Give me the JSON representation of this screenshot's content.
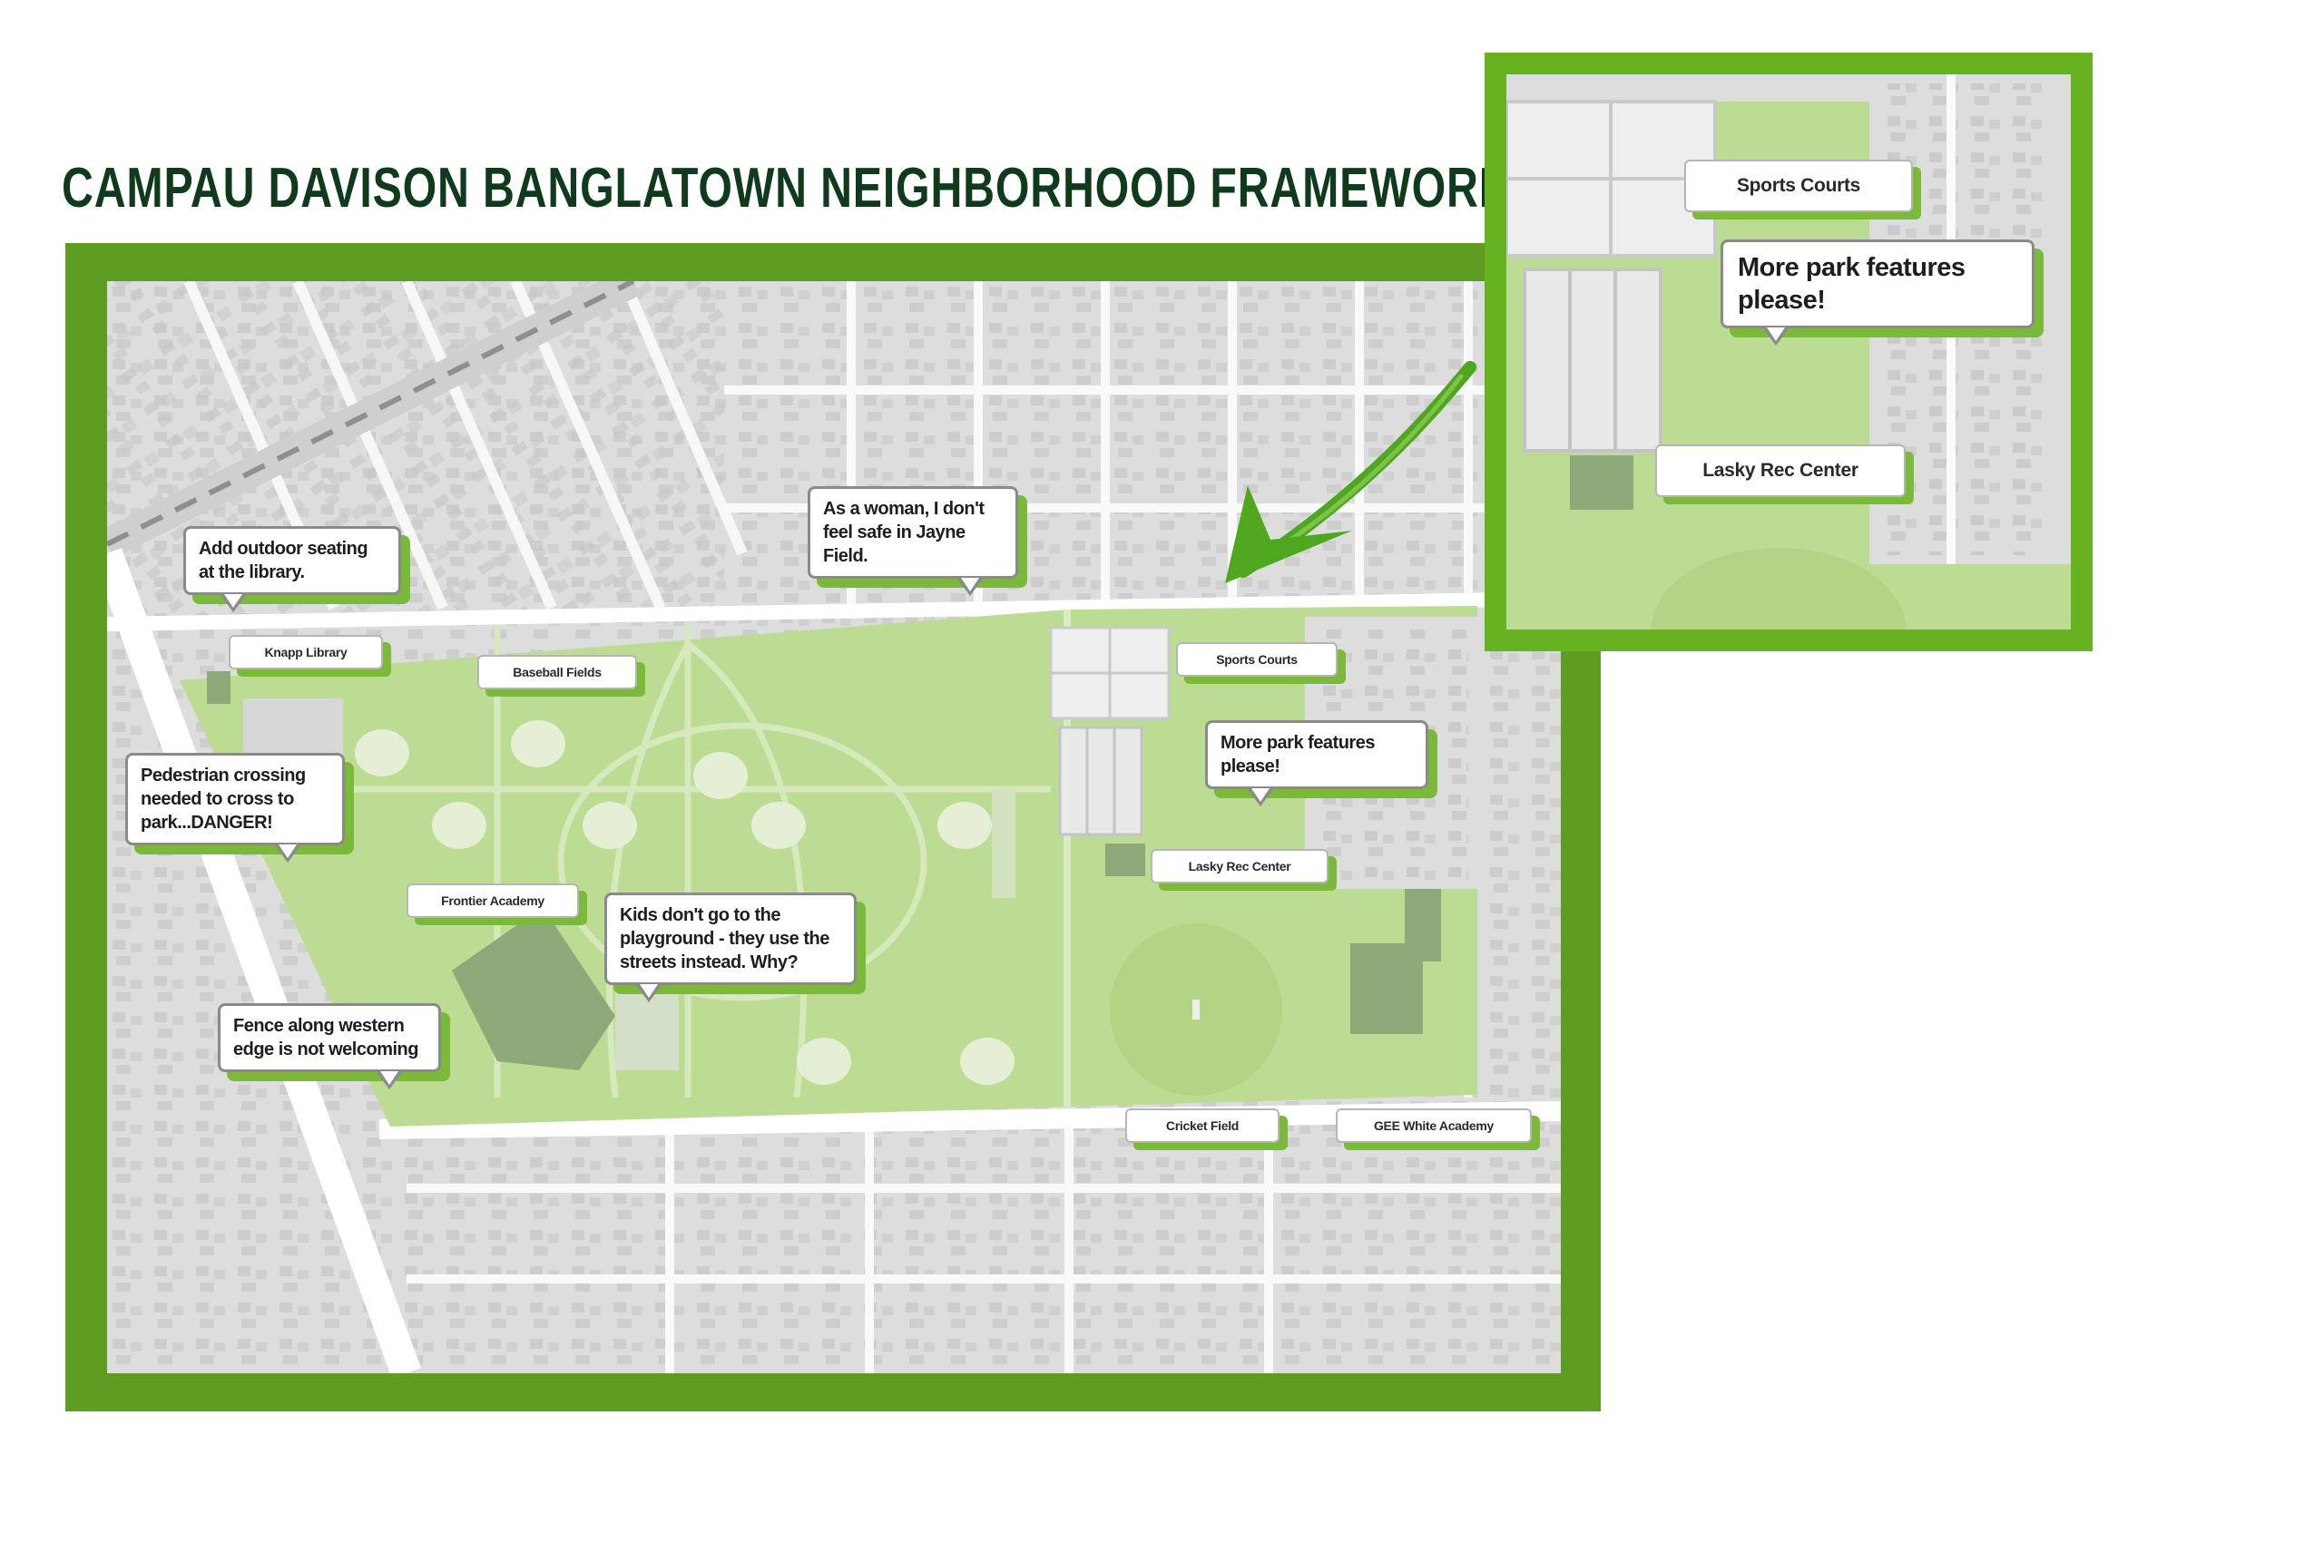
{
  "title": "Campau Davison Banglatown Neighborhood Framework Plan",
  "colors": {
    "frame_green": "#5e9d22",
    "inset_frame_green": "#66b220",
    "park_green": "#bcdb93",
    "block_gray": "#dcdcdc",
    "building_gray": "#c4c4c4",
    "title_green": "#0f3b1c",
    "arrow_green": "#4fa61f"
  },
  "map": {
    "comments": [
      "Add outdoor seating at the library.",
      "As a woman, I don't feel safe in Jayne Field.",
      "Pedestrian crossing needed to cross to park...DANGER!",
      "More park features please!",
      "Kids don't go to the playground - they use the streets instead. Why?",
      "Fence along western edge is not welcoming"
    ],
    "labels": {
      "knapp_library": "Knapp Library",
      "baseball_fields": "Baseball Fields",
      "sports_courts": "Sports Courts",
      "lasky_rec_center": "Lasky Rec Center",
      "frontier_academy": "Frontier Academy",
      "cricket_field": "Cricket Field",
      "gee_white_academy": "GEE White Academy"
    }
  },
  "inset": {
    "comment": "More park features please!",
    "labels": {
      "sports_courts": "Sports Courts",
      "lasky_rec_center": "Lasky Rec Center"
    }
  }
}
